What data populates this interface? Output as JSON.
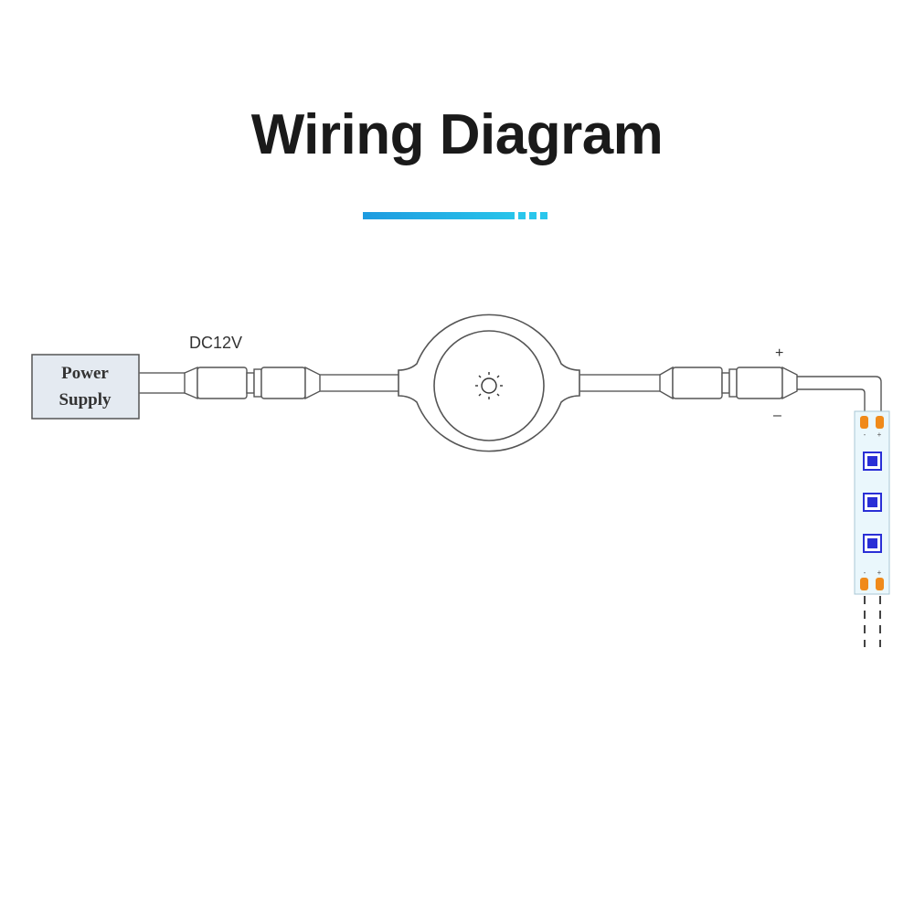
{
  "title": "Wiring Diagram",
  "accent_color": "#1e9be0",
  "power_supply": {
    "line1": "Power",
    "line2": "Supply"
  },
  "voltage_label": "DC12V",
  "controller_icon": "sun-icon",
  "polarity": {
    "plus": "+",
    "minus": "–"
  },
  "strip": {
    "led_color": "#2a2fd6",
    "pad_color": "#f08a1a",
    "pad_labels": {
      "minus": "-",
      "plus": "+"
    }
  }
}
